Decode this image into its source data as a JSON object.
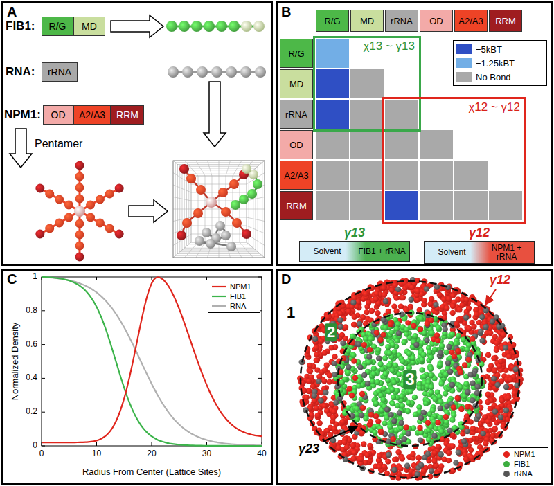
{
  "diagram": {
    "nodes": [
      {
        "text": [
          "A"
        ]
      },
      {
        "text": [
          "R/G"
        ],
        "in": 0
      },
      {
        "text": [
          "MD"
        ],
        "in": 0
      },
      {
        "text": [
          "rRNA"
        ],
        "in": 0
      },
      {
        "text": [
          "OD"
        ],
        "in": 0
      },
      {
        "text": [
          "A2/A3"
        ],
        "in": 0
      },
      {
        "text": [
          "RRM"
        ],
        "in": 0
      },
      {
        "text": [
          "B"
        ]
      },
      {
        "text": [
          "R/G"
        ],
        "in": 7
      },
      {
        "text": [
          "MD"
        ],
        "in": 7
      },
      {
        "text": [
          "rRNA"
        ],
        "in": 7
      },
      {
        "text": [
          "OD"
        ],
        "in": 7
      },
      {
        "text": [
          "A2/A3"
        ],
        "in": 7
      },
      {
        "text": [
          "RRM"
        ],
        "in": 7
      },
      {
        "text": [
          "R/G"
        ],
        "in": 7
      },
      {
        "text": [
          "MD"
        ],
        "in": 7
      },
      {
        "text": [
          "rRNA"
        ],
        "in": 7
      },
      {
        "text": [
          "OD"
        ],
        "in": 7
      },
      {
        "text": [
          "A2/A3"
        ],
        "in": 7
      },
      {
        "text": [
          "RRM"
        ],
        "in": 7
      },
      {
        "text": [
          "χ13 ~ γ13"
        ],
        "in": 7
      },
      {
        "text": [
          "χ12 ~ γ12"
        ],
        "in": 7
      },
      {
        "text": [
          "γ13",
          "Solvent",
          "FIB1 + rRNA"
        ],
        "in": 7
      },
      {
        "text": [
          "γ12",
          "Solvent",
          "NPM1 + rRNA"
        ],
        "in": 7
      },
      {
        "text": [
          "C"
        ]
      },
      {
        "text": [
          "D"
        ]
      }
    ],
    "labels": [
      "FIB1:",
      "RNA:",
      "NPM1:",
      "Pentamer",
      "Normalized Density",
      "Radius From Center (Lattice Sites)",
      "0",
      "10",
      "20",
      "30",
      "40",
      "0",
      "0.2",
      "0.4",
      "0.6",
      "0.8",
      "1",
      "1",
      "2",
      "3",
      "γ12",
      "γ23"
    ],
    "legend": [
      {
        "text": "−5kBT",
        "color": "#2f4fc4"
      },
      {
        "text": "−1.25kBT",
        "color": "#72aee6"
      },
      {
        "text": "No Bond",
        "color": "#a9a9a9"
      },
      {
        "text": "NPM1"
      },
      {
        "text": "FIB1"
      },
      {
        "text": "RNA"
      },
      {
        "text": "NPM1",
        "color": "#e3221b"
      },
      {
        "text": "FIB1",
        "color": "#3cae3f"
      },
      {
        "text": "rRNA",
        "color": "#555555"
      }
    ]
  }
}
